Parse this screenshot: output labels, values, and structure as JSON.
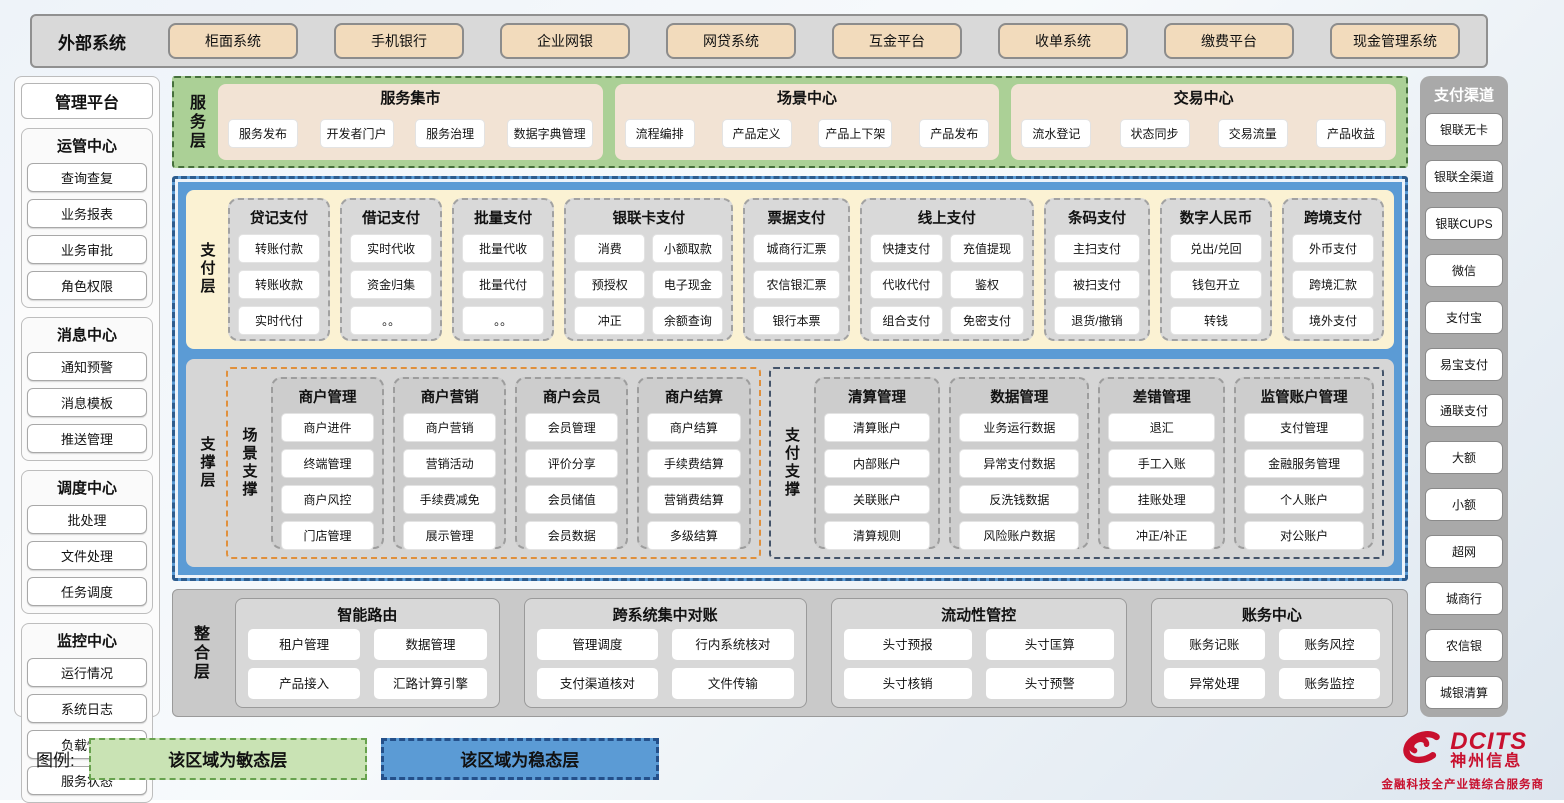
{
  "external": {
    "title": "外部系统",
    "items": [
      "柜面系统",
      "手机银行",
      "企业网银",
      "网贷系统",
      "互金平台",
      "收单系统",
      "缴费平台",
      "现金管理系统"
    ]
  },
  "management": {
    "title": "管理平台",
    "groups": [
      {
        "title": "运管中心",
        "items": [
          "查询查复",
          "业务报表",
          "业务审批",
          "角色权限"
        ]
      },
      {
        "title": "消息中心",
        "items": [
          "通知预警",
          "消息模板",
          "推送管理"
        ]
      },
      {
        "title": "调度中心",
        "items": [
          "批处理",
          "文件处理",
          "任务调度"
        ]
      },
      {
        "title": "监控中心",
        "items": [
          "运行情况",
          "系统日志",
          "负载情况",
          "服务状态"
        ]
      }
    ]
  },
  "service_layer": {
    "label": "服务层",
    "groups": [
      {
        "title": "服务集市",
        "items": [
          "服务发布",
          "开发者门户",
          "服务治理",
          "数据字典管理"
        ]
      },
      {
        "title": "场景中心",
        "items": [
          "流程编排",
          "产品定义",
          "产品上下架",
          "产品发布"
        ]
      },
      {
        "title": "交易中心",
        "items": [
          "流水登记",
          "状态同步",
          "交易流量",
          "产品收益"
        ]
      }
    ]
  },
  "payment_layer": {
    "label": "支付层",
    "columns": [
      {
        "title": "贷记支付",
        "items": [
          "转账付款",
          "转账收款",
          "实时代付"
        ]
      },
      {
        "title": "借记支付",
        "items": [
          "实时代收",
          "资金归集",
          "。。"
        ]
      },
      {
        "title": "批量支付",
        "items": [
          "批量代收",
          "批量代付",
          "。。"
        ]
      },
      {
        "title": "银联卡支付",
        "items": [
          "消费",
          "小额取款",
          "预授权",
          "电子现金",
          "冲正",
          "余额查询"
        ]
      },
      {
        "title": "票据支付",
        "items": [
          "城商行汇票",
          "农信银汇票",
          "银行本票"
        ]
      },
      {
        "title": "线上支付",
        "items": [
          "快捷支付",
          "充值提现",
          "代收代付",
          "鉴权",
          "组合支付",
          "免密支付"
        ]
      },
      {
        "title": "条码支付",
        "items": [
          "主扫支付",
          "被扫支付",
          "退货/撤销"
        ]
      },
      {
        "title": "数字人民币",
        "items": [
          "兑出/兑回",
          "钱包开立",
          "转钱"
        ]
      },
      {
        "title": "跨境支付",
        "items": [
          "外币支付",
          "跨境汇款",
          "境外支付"
        ]
      }
    ]
  },
  "support_layer": {
    "label": "支撑层",
    "scene": {
      "label": "场景支撑",
      "columns": [
        {
          "title": "商户管理",
          "items": [
            "商户进件",
            "终端管理",
            "商户风控",
            "门店管理"
          ]
        },
        {
          "title": "商户营销",
          "items": [
            "商户营销",
            "营销活动",
            "手续费减免",
            "展示管理"
          ]
        },
        {
          "title": "商户会员",
          "items": [
            "会员管理",
            "评价分享",
            "会员储值",
            "会员数据"
          ]
        },
        {
          "title": "商户结算",
          "items": [
            "商户结算",
            "手续费结算",
            "营销费结算",
            "多级结算"
          ]
        }
      ]
    },
    "pay": {
      "label": "支付支撑",
      "columns": [
        {
          "title": "清算管理",
          "items": [
            "清算账户",
            "内部账户",
            "关联账户",
            "清算规则"
          ]
        },
        {
          "title": "数据管理",
          "items": [
            "业务运行数据",
            "异常支付数据",
            "反洗钱数据",
            "风险账户数据"
          ]
        },
        {
          "title": "差错管理",
          "items": [
            "退汇",
            "手工入账",
            "挂账处理",
            "冲正/补正"
          ]
        },
        {
          "title": "监管账户管理",
          "items": [
            "支付管理",
            "金融服务管理",
            "个人账户",
            "对公账户"
          ]
        }
      ]
    }
  },
  "integration_layer": {
    "label": "整合层",
    "groups": [
      {
        "title": "智能路由",
        "items": [
          "租户管理",
          "数据管理",
          "产品接入",
          "汇路计算引擎"
        ]
      },
      {
        "title": "跨系统集中对账",
        "items": [
          "管理调度",
          "行内系统核对",
          "支付渠道核对",
          "文件传输"
        ]
      },
      {
        "title": "流动性管控",
        "items": [
          "头寸预报",
          "头寸匡算",
          "头寸核销",
          "头寸预警"
        ]
      },
      {
        "title": "账务中心",
        "items": [
          "账务记账",
          "账务风控",
          "异常处理",
          "账务监控"
        ]
      }
    ]
  },
  "channels": {
    "title": "支付渠道",
    "items": [
      "银联无卡",
      "银联全渠道",
      "银联CUPS",
      "微信",
      "支付宝",
      "易宝支付",
      "通联支付",
      "大额",
      "小额",
      "超网",
      "城商行",
      "农信银",
      "城银清算"
    ]
  },
  "legend": {
    "label": "图例:",
    "agile": "该区域为敏态层",
    "stable": "该区域为稳态层"
  },
  "logo": {
    "brand": "DCITS",
    "name": "神州信息",
    "tagline": "金融科技全产业链综合服务商"
  },
  "colors": {
    "stable_blue": "#5b9bd5",
    "agile_green": "#abd096",
    "legend_green": "#c9e3b4",
    "payment_cream": "#fbf2d3",
    "panel_gray": "#d9d9d9",
    "channel_gray": "#a9a9a9",
    "scene_orange_border": "#e0903c",
    "paysup_navy_border": "#44546a",
    "brand_red": "#c8102e"
  }
}
